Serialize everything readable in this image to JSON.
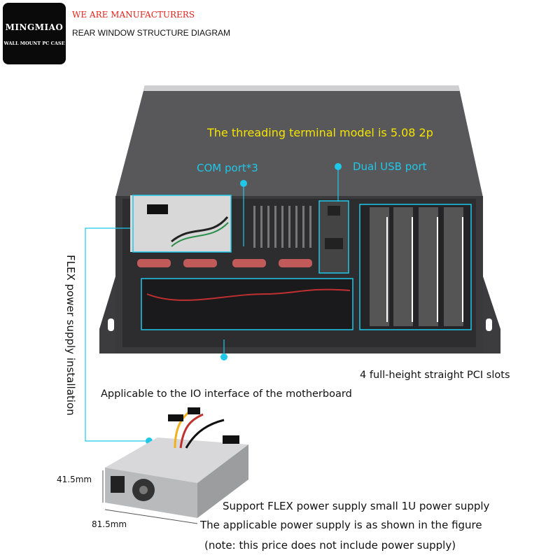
{
  "logo": {
    "brand": "MINGMIAO",
    "subtitle": "WALL MOUNT PC CASE"
  },
  "header": {
    "manufacturers": "WE ARE MANUFACTURERS",
    "diagram_title": "REAR WINDOW STRUCTURE DIAGRAM"
  },
  "callouts": {
    "threading": "The threading terminal model is 5.08 2p",
    "com": "COM port*3",
    "usb": "Dual USB port",
    "flex_vertical": "FLEX power supply installation",
    "pci": "4 full-height straight PCI slots",
    "io": "Applicable to the IO interface of the motherboard"
  },
  "psu": {
    "height_dim": "41.5mm",
    "width_dim": "81.5mm",
    "line1": "Support FLEX power supply small 1U power supply",
    "line2": "The applicable power supply is as shown in the figure",
    "line3": "(note: this price does not include power supply)"
  },
  "colors": {
    "accent": "#1fc8e8",
    "highlight": "#f5e400",
    "brand_red": "#e2231a",
    "case": "#4a4a4c"
  }
}
